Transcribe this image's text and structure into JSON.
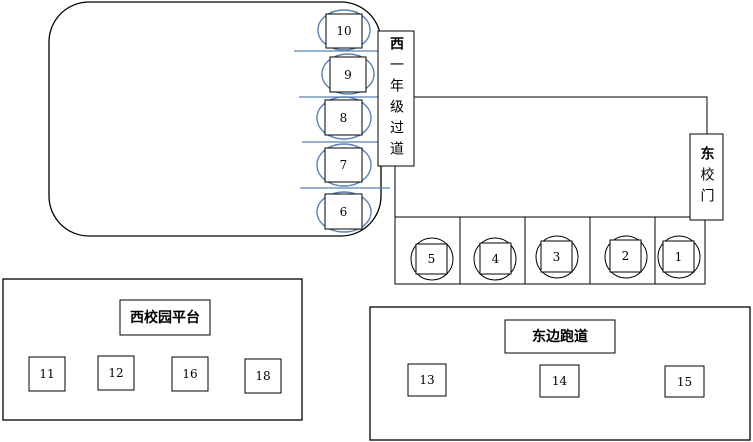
{
  "labels": {
    "west_corridor_bold": "西",
    "west_corridor_rest": "一年级过道",
    "east_gate_bold": "东",
    "east_gate_rest": "校门",
    "west_platform": "西校园平台",
    "east_track": "东边跑道"
  },
  "stations": {
    "s1": "1",
    "s2": "2",
    "s3": "3",
    "s4": "4",
    "s5": "5",
    "s6": "6",
    "s7": "7",
    "s8": "8",
    "s9": "9",
    "s10": "10",
    "s11": "11",
    "s12": "12",
    "s13": "13",
    "s14": "14",
    "s15": "15",
    "s16": "16",
    "s18": "18"
  },
  "colors": {
    "line": "#000000",
    "circle_blue": "#5a82b4",
    "background": "#ffffff"
  }
}
